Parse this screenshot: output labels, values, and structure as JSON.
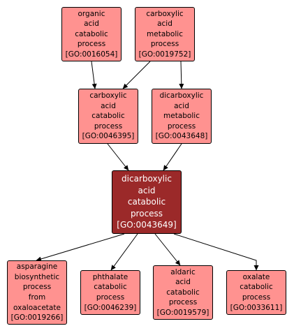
{
  "nodes": {
    "organic_acid_catabolic": {
      "lines": [
        "organic",
        "acid",
        "catabolic",
        "process"
      ],
      "id": "[GO:0016054]"
    },
    "carboxylic_acid_metabolic": {
      "lines": [
        "carboxylic",
        "acid",
        "metabolic",
        "process"
      ],
      "id": "[GO:0019752]"
    },
    "carboxylic_acid_catabolic": {
      "lines": [
        "carboxylic",
        "acid",
        "catabolic",
        "process"
      ],
      "id": "[GO:0046395]"
    },
    "dicarboxylic_acid_metabolic": {
      "lines": [
        "dicarboxylic",
        "acid",
        "metabolic",
        "process"
      ],
      "id": "[GO:0043648]"
    },
    "dicarboxylic_acid_catabolic": {
      "lines": [
        "dicarboxylic",
        "acid",
        "catabolic",
        "process"
      ],
      "id": "[GO:0043649]"
    },
    "asparagine_biosynthetic": {
      "lines": [
        "asparagine",
        "biosynthetic",
        "process",
        "from",
        "oxaloacetate"
      ],
      "id": "[GO:0019266]"
    },
    "phthalate_catabolic": {
      "lines": [
        "phthalate",
        "catabolic",
        "process"
      ],
      "id": "[GO:0046239]"
    },
    "aldaric_acid_catabolic": {
      "lines": [
        "aldaric",
        "acid",
        "catabolic",
        "process"
      ],
      "id": "[GO:0019579]"
    },
    "oxalate_catabolic": {
      "lines": [
        "oxalate",
        "catabolic",
        "process"
      ],
      "id": "[GO:0033611]"
    }
  },
  "colors": {
    "node_fill": "#ff9290",
    "focus_fill": "#9b2929",
    "focus_text": "#ffffff",
    "border": "#000000"
  }
}
